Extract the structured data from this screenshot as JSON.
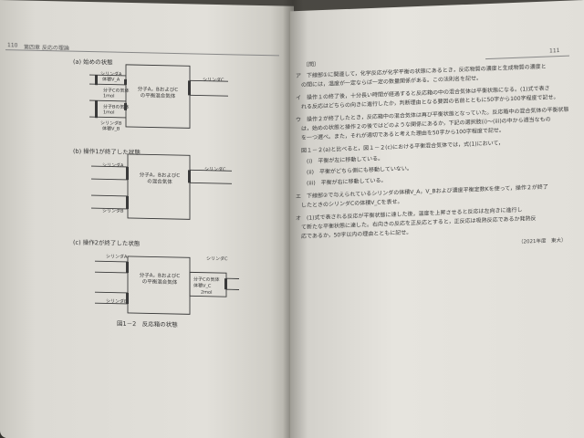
{
  "left_page": {
    "header": {
      "page_number": "110",
      "chapter": "第四章 反応の理論"
    },
    "diagrams": [
      {
        "title": "(a) 始めの状態",
        "cylinder_left_top": "シリンダA",
        "cylinder_left_top_sub": "体積V_A",
        "box_text": [
          "分子A，BおよびC",
          "の平衡混合気体"
        ],
        "cylinder_right": "シリンダC",
        "small_label_1": "分子Cの気体",
        "small_label_2": "1mol",
        "small_label_3": "分子Bの気体",
        "small_label_4": "1mol",
        "cylinder_left_bottom": "シリンダB",
        "cylinder_left_bottom_sub": "体積V_B"
      },
      {
        "title": "(b) 操作1が終了した状態",
        "cylinder_left_top": "シリンダA",
        "box_text": [
          "分子A，BおよびC",
          "の混合気体"
        ],
        "cylinder_right": "シリンダC",
        "cylinder_left_bottom": "シリンダB"
      },
      {
        "title": "(c) 操作2が終了した状態",
        "cylinder_left_top": "シリンダA",
        "box_text": [
          "分子A，BおよびC",
          "の平衡混合気体"
        ],
        "cylinder_right": "シリンダC",
        "small_label_1": "分子Cの気体",
        "small_label_2": "体積V_C",
        "small_label_3": "2mol",
        "cylinder_left_bottom": "シリンダB"
      }
    ],
    "caption": "図1－2　反応箱の状態"
  },
  "right_page": {
    "header": {
      "page_number": "111"
    },
    "paragraphs": [
      "〔問〕",
      "ア　下線部①に関連して，化学反応が化学平衡の状態にあるとき，反応物質の濃度と生成物質の濃度と",
      "　の間には，温度が一定ならば一定の数量関係がある。この法則名を記せ。",
      "イ　操作１の終了後，十分長い時間が経過すると反応箱の中の混合気体は平衡状態になる。(1)式で表さ",
      "　れる反応はどちらの向きに進行したか，判断理由となる要因の名前とともに50字から100字程度で記せ。",
      "ウ　操作２が終了したとき，反応箱中の混合気体は再び平衡状態となっていた。反応箱中の混合気体の平衡状態",
      "　は，始めの状態と操作２の後ではどのような関係にあるか，下記の選択肢(i)～(iii)の中から適当なもの",
      "　を一つ選べ。また，それが適切であると考えた理由を50字から100字程度で記せ。",
      "　図１－２(a)と比べると，図１－２(c)における平衡混合気体では，式(1)において，",
      "　　(i)　平衡が左に移動している。",
      "　　(ii)　平衡がどちら側にも移動していない。",
      "　　(iii)　平衡が右に移動している。",
      "エ　下線部②で与えられているシリンダの体積V_A，V_Bおよび濃度平衡定数Kを使って，操作２が終了",
      "　したときのシリンダCの体積V_Cを表せ。",
      "オ　(1)式で表される反応が平衡状態に達した後，温度を上昇させると反応は左向きに進行し",
      "　て新たな平衡状態に達した。右向きの反応を正反応とすると，正反応は吸熱反応であるか発熱反",
      "　応であるか，50字以内の理由とともに記せ。"
    ],
    "credit": "（2021年度　東大）"
  }
}
